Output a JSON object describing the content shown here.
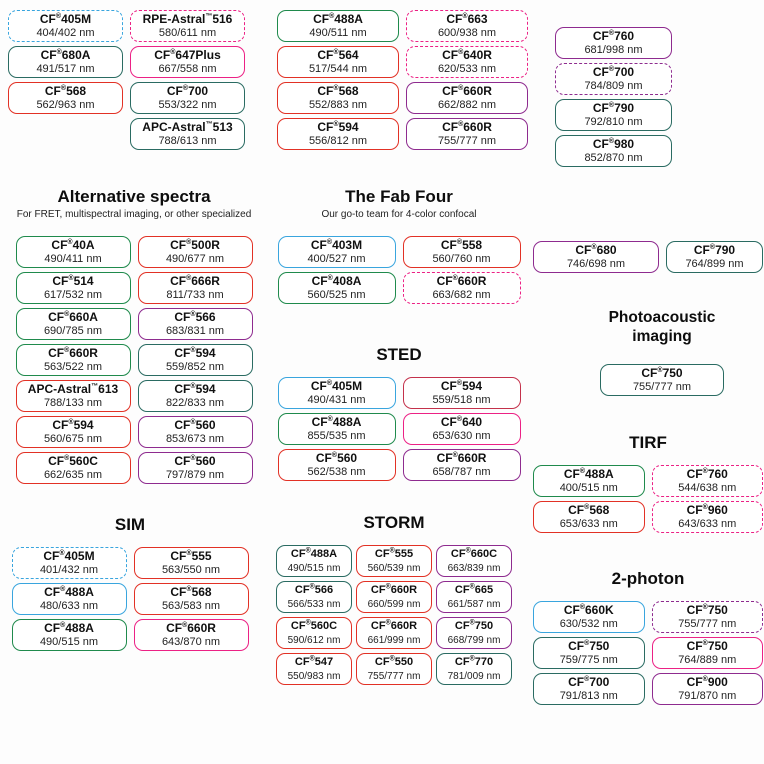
{
  "palette": {
    "blue": "#39a5de",
    "teal": "#2a6b62",
    "green": "#1f8a4c",
    "red": "#e23125",
    "crimson": "#c4314b",
    "pink": "#ec2185",
    "purple": "#8e2b8f"
  },
  "groups": [
    {
      "id": "top-left",
      "columns": [
        [
          {
            "name": "CF®405M",
            "sub": "404/402 nm",
            "color": "blue",
            "dashed": true
          },
          {
            "name": "CF®680A",
            "sub": "491/517 nm",
            "color": "teal"
          },
          {
            "name": "CF®568",
            "sub": "562/963 nm",
            "color": "red"
          }
        ],
        [
          {
            "name": "RPE-Astral™516",
            "sub": "580/611 nm",
            "color": "pink",
            "dashed": true
          },
          {
            "name": "CF®647Plus",
            "sub": "667/558 nm",
            "color": "pink"
          },
          {
            "name": "CF®700",
            "sub": "553/322 nm",
            "color": "teal"
          },
          {
            "name": "APC-Astral™513",
            "sub": "788/613 nm",
            "color": "teal"
          }
        ]
      ]
    },
    {
      "id": "top-middle",
      "columns": [
        [
          {
            "name": "CF®488A",
            "sub": "490/511 nm",
            "color": "green"
          },
          {
            "name": "CF®564",
            "sub": "517/544 nm",
            "color": "red"
          },
          {
            "name": "CF®568",
            "sub": "552/883 nm",
            "color": "red"
          },
          {
            "name": "CF®594",
            "sub": "556/812 nm",
            "color": "red"
          }
        ],
        [
          {
            "name": "CF®663",
            "sub": "600/938 nm",
            "color": "pink",
            "dashed": true
          },
          {
            "name": "CF®640R",
            "sub": "620/533 nm",
            "color": "pink",
            "dashed": true
          },
          {
            "name": "CF®660R",
            "sub": "662/882 nm",
            "color": "purple"
          },
          {
            "name": "CF®660R",
            "sub": "755/777 nm",
            "color": "purple"
          }
        ]
      ]
    },
    {
      "id": "top-right",
      "columns": [
        [
          {
            "name": "CF®760",
            "sub": "681/998 nm",
            "color": "purple"
          },
          {
            "name": "CF®700",
            "sub": "784/809 nm",
            "color": "purple",
            "dashed": true
          },
          {
            "name": "CF®790",
            "sub": "792/810 nm",
            "color": "teal"
          },
          {
            "name": "CF®980",
            "sub": "852/870 nm",
            "color": "teal"
          }
        ]
      ]
    },
    {
      "id": "alt-spectra",
      "title": "Alternative spectra",
      "subtitle": "For FRET, multispectral imaging, or other specialized",
      "columns": [
        [
          {
            "name": "CF®40A",
            "sub": "490/411 nm",
            "color": "green"
          },
          {
            "name": "CF®514",
            "sub": "617/532 nm",
            "color": "green"
          },
          {
            "name": "CF®660A",
            "sub": "690/785 nm",
            "color": "green"
          },
          {
            "name": "CF®660R",
            "sub": "563/522 nm",
            "color": "green"
          },
          {
            "name": "APC-Astral™613",
            "sub": "788/133 nm",
            "color": "red"
          },
          {
            "name": "CF®594",
            "sub": "560/675 nm",
            "color": "red"
          },
          {
            "name": "CF®560C",
            "sub": "662/635 nm",
            "color": "red"
          }
        ],
        [
          {
            "name": "CF®500R",
            "sub": "490/677 nm",
            "color": "red"
          },
          {
            "name": "CF®666R",
            "sub": "811/733 nm",
            "color": "red"
          },
          {
            "name": "CF®566",
            "sub": "683/831 nm",
            "color": "purple"
          },
          {
            "name": "CF®594",
            "sub": "559/852 nm",
            "color": "teal"
          },
          {
            "name": "CF®594",
            "sub": "822/833 nm",
            "color": "teal"
          },
          {
            "name": "CF®560",
            "sub": "853/673 nm",
            "color": "purple"
          },
          {
            "name": "CF®560",
            "sub": "797/879 nm",
            "color": "purple"
          }
        ]
      ]
    },
    {
      "id": "fab-four",
      "title": "The Fab Four",
      "subtitle": "Our go-to team for 4-color confocal",
      "columns": [
        [
          {
            "name": "CF®403M",
            "sub": "400/527 nm",
            "color": "blue"
          },
          {
            "name": "CF®408A",
            "sub": "560/525 nm",
            "color": "green"
          }
        ],
        [
          {
            "name": "CF®558",
            "sub": "560/760 nm",
            "color": "red"
          },
          {
            "name": "CF®660R",
            "sub": "663/682 nm",
            "color": "pink",
            "dashed": true
          }
        ]
      ]
    },
    {
      "id": "sted",
      "title": "STED",
      "columns": [
        [
          {
            "name": "CF®405M",
            "sub": "490/431 nm",
            "color": "blue"
          },
          {
            "name": "CF®488A",
            "sub": "855/535 nm",
            "color": "green"
          },
          {
            "name": "CF®560",
            "sub": "562/538 nm",
            "color": "red"
          }
        ],
        [
          {
            "name": "CF®594",
            "sub": "559/518 nm",
            "color": "crimson"
          },
          {
            "name": "CF®640",
            "sub": "653/630 nm",
            "color": "pink"
          },
          {
            "name": "CF®660R",
            "sub": "658/787 nm",
            "color": "purple"
          }
        ]
      ]
    },
    {
      "id": "nir-pair",
      "columns": [
        [
          {
            "name": "CF®680",
            "sub": "746/698 nm",
            "color": "purple"
          }
        ],
        [
          {
            "name": "CF®790",
            "sub": "764/899 nm",
            "color": "teal"
          }
        ]
      ]
    },
    {
      "id": "photoacoustic",
      "title": "Photoacoustic imaging",
      "columns": [
        [
          {
            "name": "CF®750",
            "sub": "755/777 nm",
            "color": "teal"
          }
        ]
      ]
    },
    {
      "id": "tirf",
      "title": "TIRF",
      "columns": [
        [
          {
            "name": "CF®488A",
            "sub": "400/515 nm",
            "color": "green"
          },
          {
            "name": "CF®568",
            "sub": "653/633 nm",
            "color": "red"
          }
        ],
        [
          {
            "name": "CF®760",
            "sub": "544/638 nm",
            "color": "pink",
            "dashed": true
          },
          {
            "name": "CF®960",
            "sub": "643/633 nm",
            "color": "pink",
            "dashed": true
          }
        ]
      ]
    },
    {
      "id": "sim",
      "title": "SIM",
      "columns": [
        [
          {
            "name": "CF®405M",
            "sub": "401/432 nm",
            "color": "blue",
            "dashed": true
          },
          {
            "name": "CF®488A",
            "sub": "480/633 nm",
            "color": "blue"
          },
          {
            "name": "CF®488A",
            "sub": "490/515 nm",
            "color": "green"
          }
        ],
        [
          {
            "name": "CF®555",
            "sub": "563/550 nm",
            "color": "red"
          },
          {
            "name": "CF®568",
            "sub": "563/583 nm",
            "color": "red"
          },
          {
            "name": "CF®660R",
            "sub": "643/870 nm",
            "color": "pink"
          }
        ]
      ]
    },
    {
      "id": "storm",
      "title": "STORM",
      "columns": [
        [
          {
            "name": "CF®488A",
            "sub": "490/515 nm",
            "color": "teal"
          },
          {
            "name": "CF®566",
            "sub": "566/533 nm",
            "color": "teal"
          },
          {
            "name": "CF®560C",
            "sub": "590/612 nm",
            "color": "red"
          },
          {
            "name": "CF®547",
            "sub": "550/983 nm",
            "color": "red"
          }
        ],
        [
          {
            "name": "CF®555",
            "sub": "560/539 nm",
            "color": "red"
          },
          {
            "name": "CF®660R",
            "sub": "660/599 nm",
            "color": "red"
          },
          {
            "name": "CF®660R",
            "sub": "661/999 nm",
            "color": "red"
          },
          {
            "name": "CF®550",
            "sub": "755/777 nm",
            "color": "red"
          }
        ],
        [
          {
            "name": "CF®660C",
            "sub": "663/839 nm",
            "color": "purple"
          },
          {
            "name": "CF®665",
            "sub": "661/587 nm",
            "color": "purple"
          },
          {
            "name": "CF®750",
            "sub": "668/799 nm",
            "color": "purple"
          },
          {
            "name": "CF®770",
            "sub": "781/009 nm",
            "color": "teal"
          }
        ]
      ]
    },
    {
      "id": "two-photon",
      "title": "2-photon",
      "columns": [
        [
          {
            "name": "CF®660K",
            "sub": "630/532 nm",
            "color": "blue"
          },
          {
            "name": "CF®750",
            "sub": "759/775 nm",
            "color": "teal"
          },
          {
            "name": "CF®700",
            "sub": "791/813 nm",
            "color": "teal"
          }
        ],
        [
          {
            "name": "CF®750",
            "sub": "755/777 nm",
            "color": "purple",
            "dashed": true
          },
          {
            "name": "CF®750",
            "sub": "764/889 nm",
            "color": "pink"
          },
          {
            "name": "CF®900",
            "sub": "791/870 nm",
            "color": "purple"
          }
        ]
      ]
    }
  ]
}
